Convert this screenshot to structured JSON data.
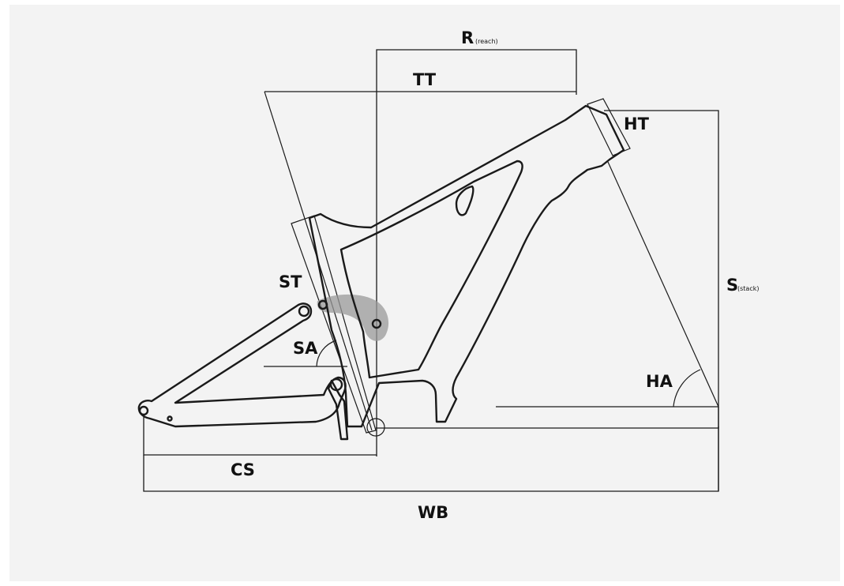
{
  "labels": {
    "reach": "R",
    "reach_sub": "(reach)",
    "top_tube": "TT",
    "head_tube": "HT",
    "seat_tube": "ST",
    "stack": "S",
    "stack_sub": "(stack)",
    "seat_angle": "SA",
    "head_angle": "HA",
    "chainstay": "CS",
    "wheelbase": "WB"
  },
  "colors": {
    "line": "#1a1a1a",
    "background": "#f3f3f3",
    "highlight": "#9a9a9a"
  }
}
